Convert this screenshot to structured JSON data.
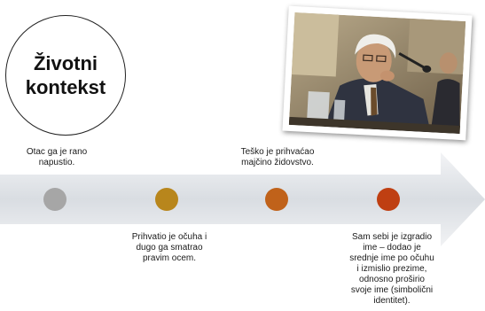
{
  "title": {
    "line1": "Životni",
    "line2": "kontekst"
  },
  "photo": {
    "description_icon": "photo-icon"
  },
  "timeline": {
    "colors": {
      "arrow_top": "#eef0f2",
      "arrow_mid": "#d6dadf",
      "arrow_bottom": "#f2f3f5"
    },
    "events": [
      {
        "color": "#a6a6a6",
        "label": "Otac ga je rano\nnapustio."
      },
      {
        "color": "#b8861c",
        "label": "Prihvatio je očuha i\ndugo ga smatrao\npravim ocem."
      },
      {
        "color": "#c0621a",
        "label": "Teško je prihvaćao\nmajčino židovstvo."
      },
      {
        "color": "#bf3f12",
        "label": "Sam sebi je izgradio\nime – dodao je\nsrednje ime po očuhu\ni izmislio prezime,\nodnosno proširio\nsvoje ime (simbolični\nidentitet)."
      }
    ]
  }
}
